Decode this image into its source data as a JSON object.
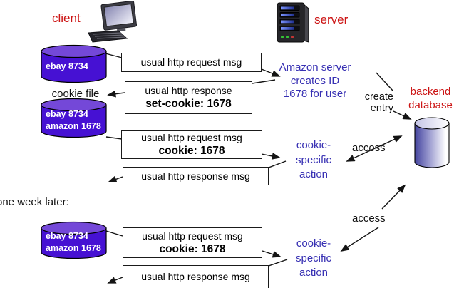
{
  "colors": {
    "red": "#cc1414",
    "blue": "#3730b3",
    "cyl-body": "#4611d3",
    "cyl-top": "#7448d8",
    "db-dark": "#44449f"
  },
  "icons": {
    "client": "desktop-computer-icon",
    "server": "server-tower-icon",
    "database": "database-cylinder-icon"
  },
  "labels": {
    "client": "client",
    "server": "server",
    "cookie_file": "cookie file",
    "one_week_later": "one week later:",
    "amazon_note": {
      "line1": "Amazon server",
      "line2": "creates ID",
      "line3": "1678 for user"
    },
    "create_entry": {
      "line1": "create",
      "line2": "entry"
    },
    "backend_database": {
      "line1": "backend",
      "line2": "database"
    },
    "access_mid": "access",
    "access_bottom": "access",
    "cookie_action_mid": {
      "line1": "cookie-",
      "line2": "specific",
      "line3": "action"
    },
    "cookie_action_bottom": {
      "line1": "cookie-",
      "line2": "specific",
      "line3": "action"
    }
  },
  "cookie_files": {
    "first": {
      "line1": "ebay 8734"
    },
    "second": {
      "line1": "ebay 8734",
      "line2": "amazon 1678"
    },
    "third": {
      "line1": "ebay 8734",
      "line2": "amazon 1678"
    }
  },
  "messages": {
    "request1": {
      "line1": "usual http request msg"
    },
    "response1": {
      "line1": "usual http response",
      "line2": "set-cookie: 1678"
    },
    "request2": {
      "line1": "usual http request msg",
      "line2": "cookie: 1678"
    },
    "response2": {
      "line1": "usual http response msg"
    },
    "request3": {
      "line1": "usual http request msg",
      "line2": "cookie: 1678"
    },
    "response3": {
      "line1": "usual http response msg"
    }
  }
}
